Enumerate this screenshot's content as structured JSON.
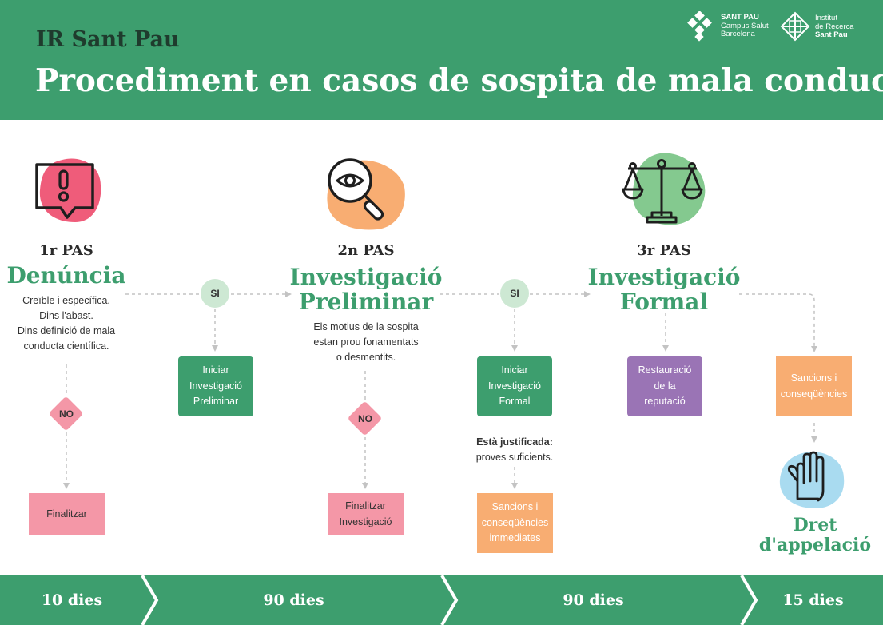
{
  "header": {
    "brand": "IR Sant Pau",
    "title": "Procediment en casos de sospita de mala conducta",
    "logo_santpau": [
      "SANT PAU",
      "Campus Salut",
      "Barcelona"
    ],
    "logo_institut": [
      "Institut",
      "de Recerca",
      "Sant Pau"
    ]
  },
  "steps": [
    {
      "label": "1r PAS",
      "name": [
        "Denúncia"
      ],
      "desc": [
        "Creïble i específica.",
        "Dins l'abast.",
        "Dins definició de mala",
        "conducta científica."
      ]
    },
    {
      "label": "2n PAS",
      "name": [
        "Investigació",
        "Preliminar"
      ],
      "desc": [
        "Els motius de la sospita",
        "estan prou fonamentats",
        "o desmentits."
      ]
    },
    {
      "label": "3r PAS",
      "name": [
        "Investigació",
        "Formal"
      ]
    }
  ],
  "decisions": {
    "yes": "SI",
    "no": "NO"
  },
  "boxes": {
    "finalitzar": "Finalitzar",
    "iniciar_preliminar": [
      "Iniciar",
      "Investigació",
      "Preliminar"
    ],
    "finalitzar_investigacio": [
      "Finalitzar",
      "Investigació"
    ],
    "iniciar_formal": [
      "Iniciar",
      "Investigació",
      "Formal"
    ],
    "sancions_immediates": [
      "Sancions i",
      "conseqüències",
      "immediates"
    ],
    "restauracio": [
      "Restauració",
      "de la",
      "reputació"
    ],
    "sancions": [
      "Sancions i",
      "conseqüències"
    ]
  },
  "justified": {
    "bold": "Està justificada:",
    "text": "proves suficients."
  },
  "appeal": [
    "Dret",
    "d'appelació"
  ],
  "durations": [
    "10 dies",
    "90 dies",
    "90 dies",
    "15 dies"
  ],
  "colors": {
    "green": "#3d9e6e",
    "pink": "#f497a7",
    "orange": "#f8ad72",
    "purple": "#9a74b5",
    "light_green": "#cde8d3"
  }
}
